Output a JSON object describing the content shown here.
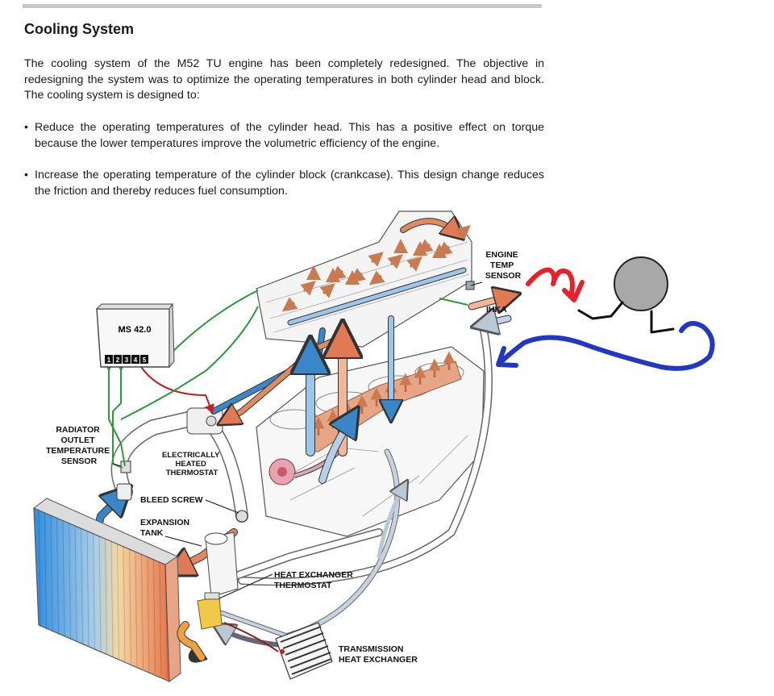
{
  "doc": {
    "title": "Cooling System",
    "intro": "The cooling system of the M52 TU engine has been completely redesigned. The objective in redesigning the system was to optimize the operating temperatures in both cylinder head and block. The cooling system is designed to:",
    "bullets": [
      "Reduce the operating temperatures of the cylinder head. This has a positive effect on torque because the lower temperatures improve the volumetric efficiency of the engine.",
      "Increase the operating temperature of the cylinder block (crankcase). This design change reduces the friction and thereby reduces fuel consumption."
    ]
  },
  "diagram": {
    "ecu": {
      "label": "MS 42.0",
      "pins": [
        "1",
        "2",
        "3",
        "4",
        "5"
      ]
    },
    "labels": {
      "engine_temp_sensor": [
        "ENGINE",
        "TEMP",
        "SENSOR"
      ],
      "ihka": "IHKA",
      "radiator_outlet_sensor": [
        "RADIATOR",
        "OUTLET",
        "TEMPERATURE",
        "SENSOR"
      ],
      "thermostat": [
        "ELECTRICALLY",
        "HEATED",
        "THERMOSTAT"
      ],
      "bleed_screw": "BLEED SCREW",
      "expansion_tank": [
        "EXPANSION",
        "TANK"
      ],
      "hx_thermostat": [
        "HEAT EXCHANGER",
        "THERMOSTAT"
      ],
      "transmission_hx": [
        "TRANSMISSION",
        "HEAT EXCHANGER"
      ]
    },
    "colors": {
      "hot": "#e07a55",
      "cold": "#3b86c8",
      "signal_green": "#2a9a3a",
      "signal_red": "#c02020",
      "marker_red": "#e8202a",
      "marker_blue": "#2238c0",
      "gauge_gray": "#a8a8a8"
    }
  }
}
